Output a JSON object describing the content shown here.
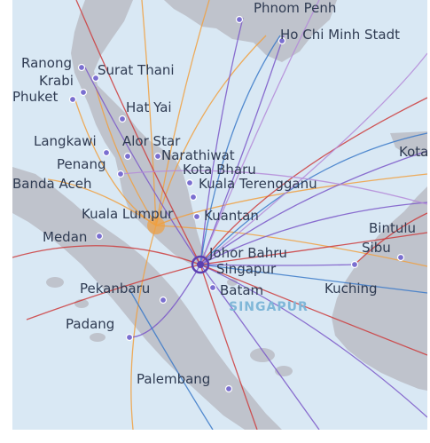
{
  "map": {
    "colors": {
      "sea": "#d9e8f4",
      "land": "#bfc3cc",
      "land_shade": "#a9adb8",
      "route_purple": "#7a57c8",
      "route_red": "#cc3b3b",
      "route_orange": "#f0a040",
      "route_blue": "#3a79c8",
      "hub": "#5b3fb0",
      "label": "#2f3b52",
      "sea_label": "#7fb7d8"
    },
    "cities": [
      {
        "id": "phnom-penh",
        "label": "Phnom Penh"
      },
      {
        "id": "ho-chi-minh",
        "label": "Ho Chi Minh Stadt"
      },
      {
        "id": "ranong",
        "label": "Ranong"
      },
      {
        "id": "surat-thani",
        "label": "Surat Thani"
      },
      {
        "id": "krabi",
        "label": "Krabi"
      },
      {
        "id": "phuket",
        "label": "Phuket"
      },
      {
        "id": "hat-yai",
        "label": "Hat Yai"
      },
      {
        "id": "langkawi",
        "label": "Langkawi"
      },
      {
        "id": "alor-star",
        "label": "Alor Star"
      },
      {
        "id": "narathiwat",
        "label": "Narathiwat"
      },
      {
        "id": "kota",
        "label": "Kota"
      },
      {
        "id": "penang",
        "label": "Penang"
      },
      {
        "id": "kota-bharu",
        "label": "Kota Bharu"
      },
      {
        "id": "banda-aceh",
        "label": "Banda Aceh"
      },
      {
        "id": "kuala-terengganu",
        "label": "Kuala Terengganu"
      },
      {
        "id": "kuala-lumpur",
        "label": "Kuala Lumpur"
      },
      {
        "id": "kuantan",
        "label": "Kuantan"
      },
      {
        "id": "medan",
        "label": "Medan"
      },
      {
        "id": "bintulu",
        "label": "Bintulu"
      },
      {
        "id": "sibu",
        "label": "Sibu"
      },
      {
        "id": "johor-bahru",
        "label": "Johor Bahru"
      },
      {
        "id": "singapur",
        "label": "Singapur"
      },
      {
        "id": "batam",
        "label": "Batam"
      },
      {
        "id": "pekanbaru",
        "label": "Pekanbaru"
      },
      {
        "id": "kuching",
        "label": "Kuching"
      },
      {
        "id": "padang",
        "label": "Padang"
      },
      {
        "id": "palembang",
        "label": "Palembang"
      }
    ],
    "sea_label": "SINGAPUR"
  }
}
